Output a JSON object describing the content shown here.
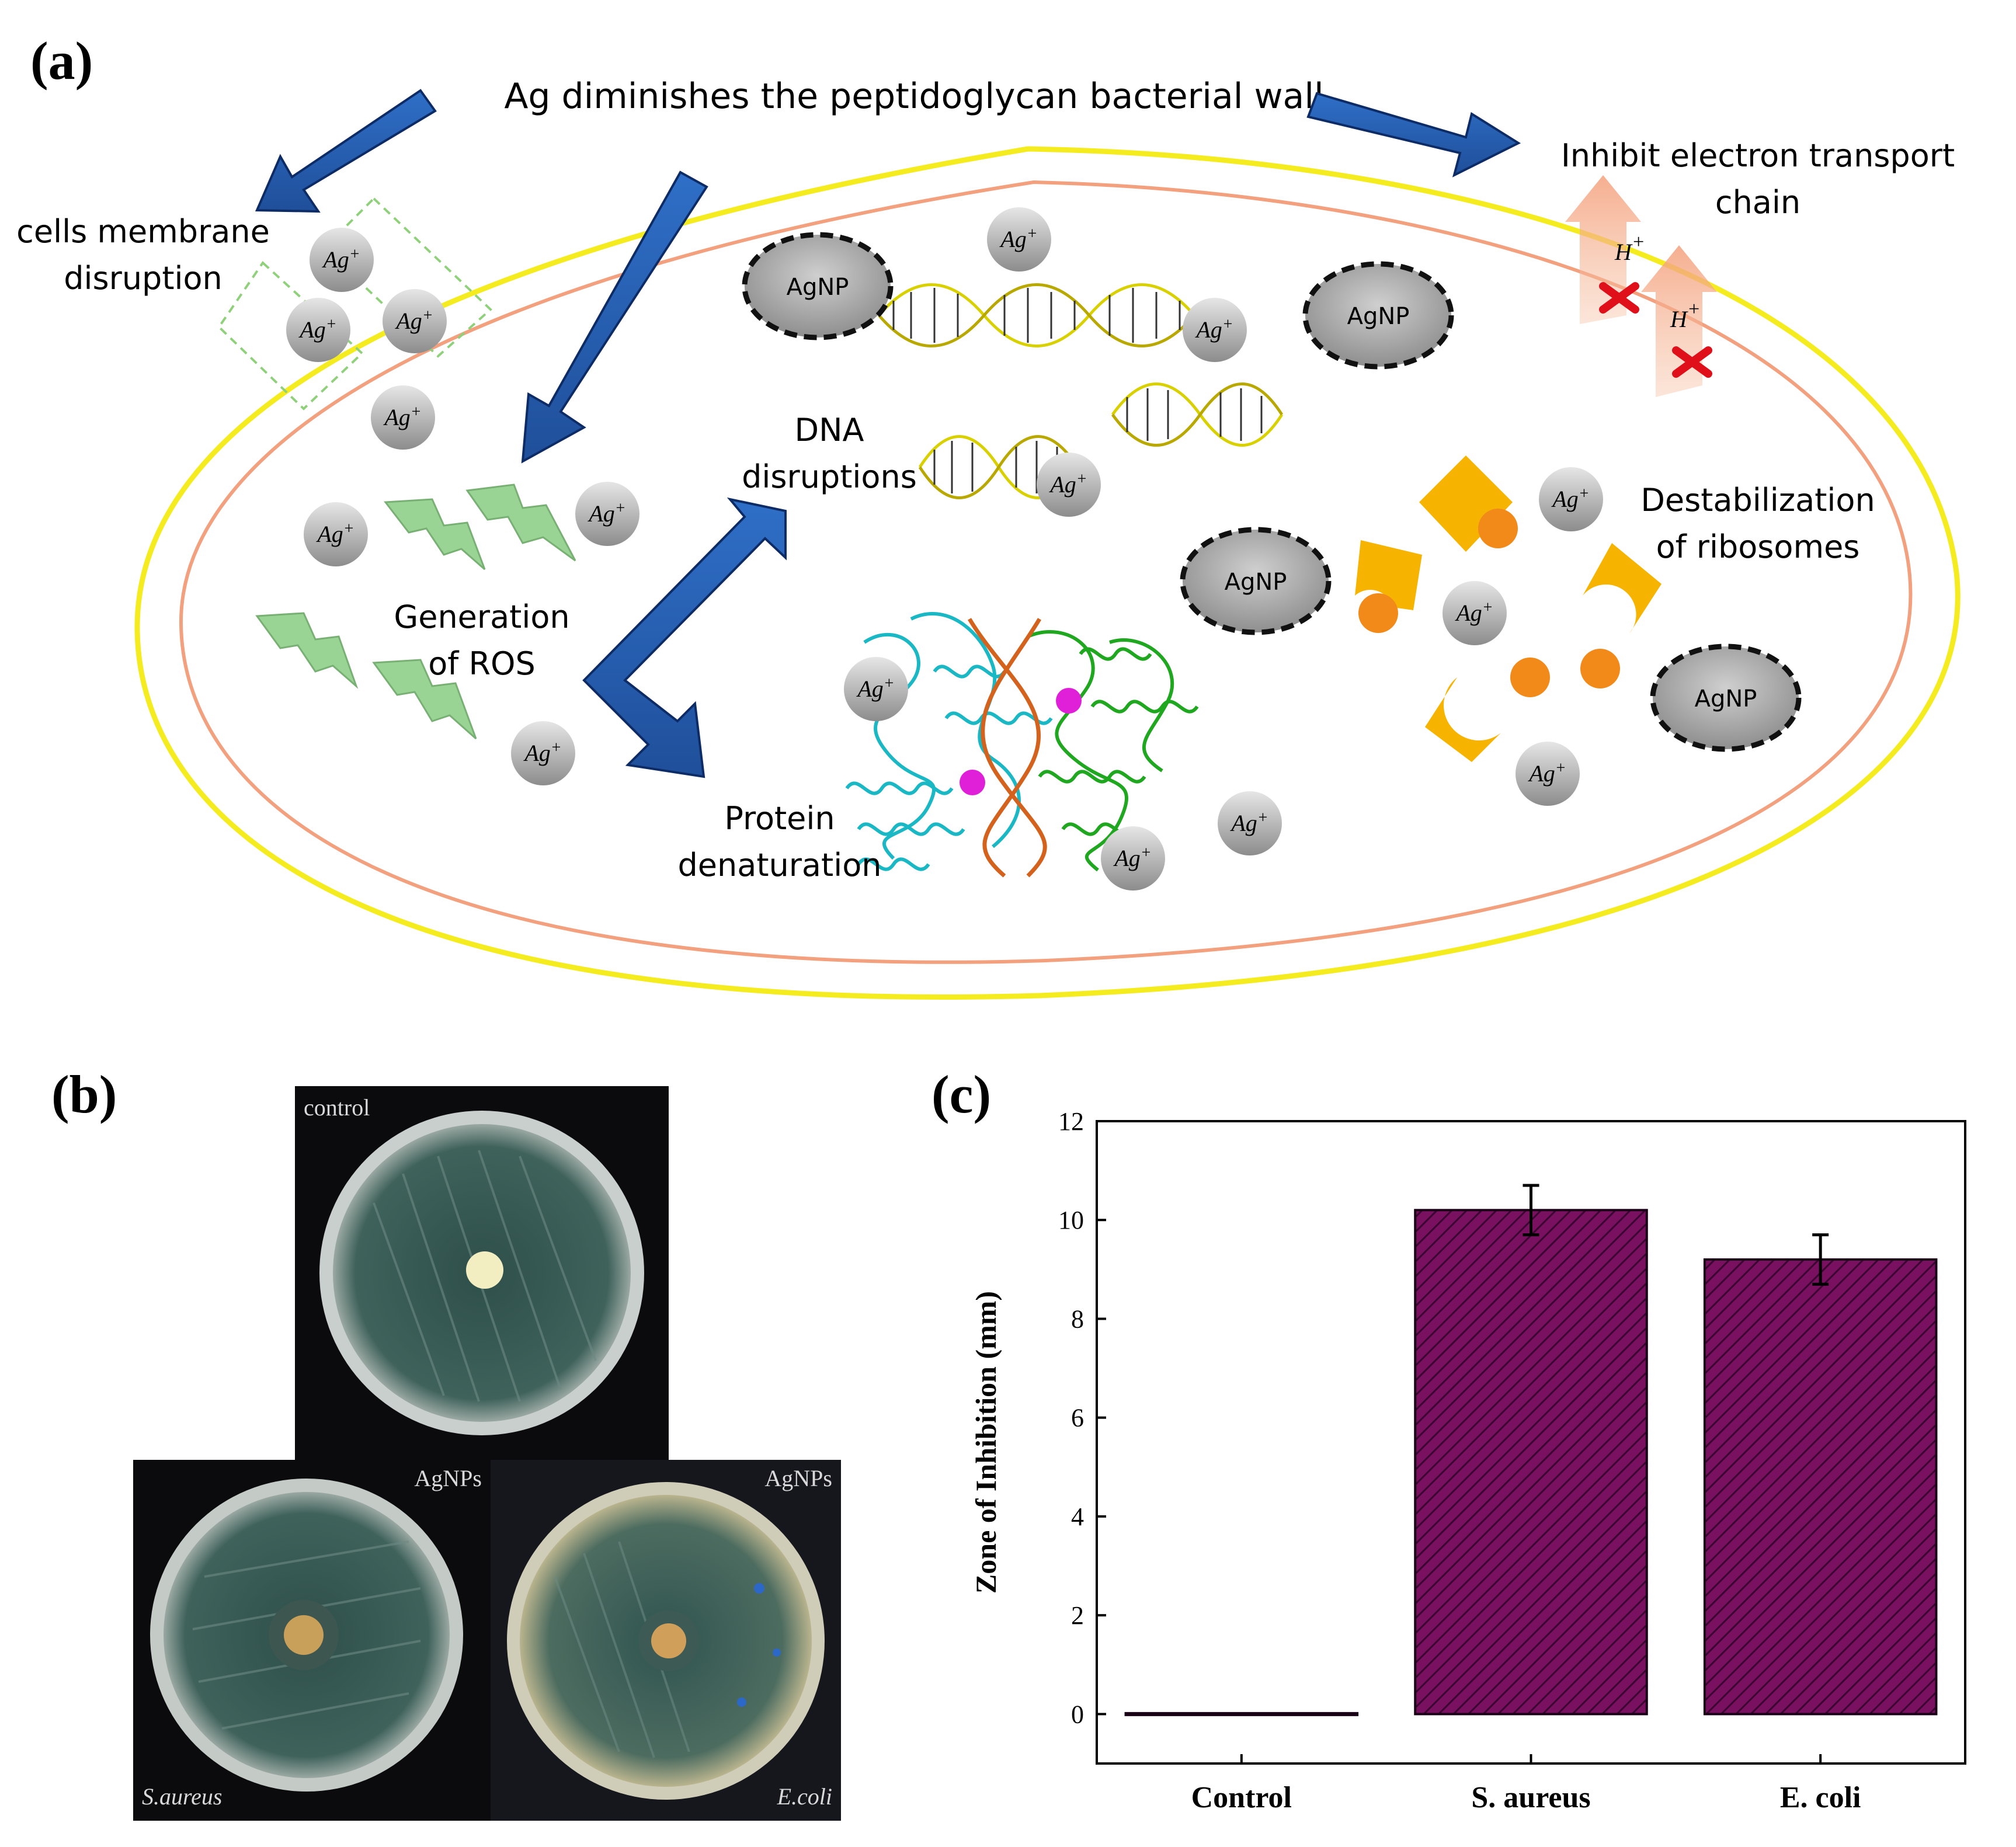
{
  "panel_a": {
    "label": "(a)",
    "title": "Ag diminishes the peptidoglycan bacterial wall",
    "annotations": {
      "membrane": [
        "cells membrane",
        "disruption"
      ],
      "electron": [
        "Inhibit electron transport",
        "chain"
      ],
      "dna": [
        "DNA",
        "disruptions"
      ],
      "ros": [
        "Generation",
        "of ROS"
      ],
      "protein": [
        "Protein",
        "denaturation"
      ],
      "ribosome": [
        "Destabilization",
        "of ribosomes"
      ]
    },
    "ion_label": "Ag",
    "ion_charge": "+",
    "nanoparticle_label": "AgNP",
    "proton_label": "H",
    "proton_charge": "+"
  },
  "panel_b": {
    "label": "(b)",
    "photos": {
      "control": {
        "top_label": "control"
      },
      "saureus": {
        "top_label": "AgNPs",
        "bottom_label": "S.aureus"
      },
      "ecoli": {
        "top_label": "AgNPs",
        "bottom_label": "E.coli"
      }
    }
  },
  "panel_c": {
    "label": "(c)"
  },
  "chart_data": {
    "type": "bar",
    "categories": [
      "Control",
      "S. aureus",
      "E. coli"
    ],
    "values": [
      0,
      10.2,
      9.2
    ],
    "errors": [
      0,
      0.5,
      0.5
    ],
    "ylabel": "Zone of Inhibition (mm)",
    "xlabel": "",
    "ylim": [
      -1,
      12
    ],
    "yticks": [
      0,
      2,
      4,
      6,
      8,
      10,
      12
    ],
    "bar_color": "#7a1060",
    "hatch": "diagonal"
  }
}
